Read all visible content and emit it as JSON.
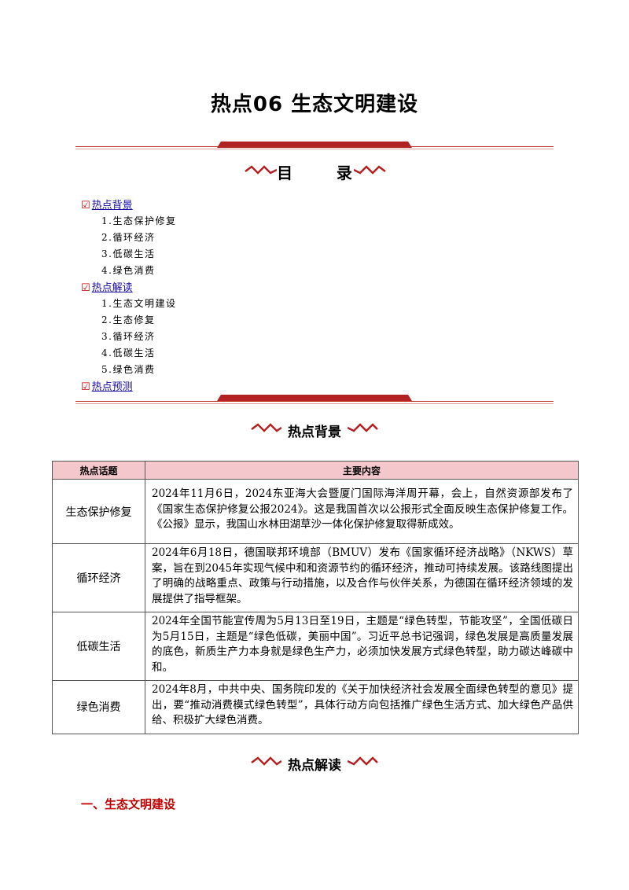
{
  "title": "热点06  生态文明建设",
  "toc": {
    "heading": "目        录",
    "groups": [
      {
        "label": "热点背景",
        "items": [
          "1.生态保护修复",
          "2.循环经济",
          "3.低碳生活",
          "4.绿色消费"
        ]
      },
      {
        "label": "热点解读",
        "items": [
          "1.生态文明建设",
          "2.生态修复",
          "3.循环经济",
          "4.低碳生活",
          "5.绿色消费"
        ]
      },
      {
        "label": "热点预测",
        "items": []
      }
    ],
    "checkbox_symbol": "☑"
  },
  "background_section": {
    "heading": "热点背景",
    "table": {
      "headers": [
        "热点话题",
        "主要内容"
      ],
      "rows": [
        {
          "topic": "生态保护修复",
          "content": "2024年11月6日，2024东亚海大会暨厦门国际海洋周开幕，会上，自然资源部发布了《国家生态保护修复公报2024》。这是我国首次以公报形式全面反映生态保护修复工作。《公报》显示，我国山水林田湖草沙一体化保护修复取得新成效。"
        },
        {
          "topic": "循环经济",
          "content": "2024年6月18日，德国联邦环境部（BMUV）发布《国家循环经济战略》（NKWS）草案，旨在到2045年实现气候中和和资源节约的循环经济，推动可持续发展。该路线图提出了明确的战略重点、政策与行动措施，以及合作与伙伴关系，为德国在循环经济领域的发展提供了指导框架。"
        },
        {
          "topic": "低碳生活",
          "content": "2024年全国节能宣传周为5月13日至19日，主题是“绿色转型，节能攻坚”，全国低碳日为5月15日，主题是“绿色低碳，美丽中国”。习近平总书记强调，绿色发展是高质量发展的底色，新质生产力本身就是绿色生产力，必须加快发展方式绿色转型，助力碳达峰碳中和。"
        },
        {
          "topic": "绿色消费",
          "content": "2024年8月，中共中央、国务院印发的《关于加快经济社会发展全面绿色转型的意见》提出，要“推动消费模式绿色转型”，具体行动方向包括推广绿色生活方式、加大绿色产品供给、积极扩大绿色消费。"
        }
      ]
    }
  },
  "interpretation_section": {
    "heading": "热点解读",
    "first_subheading": "一、生态文明建设"
  },
  "colors": {
    "accent": "#b22222",
    "table_header": "#f4c7cc",
    "link": "#1a0dab",
    "section": "#c00000"
  }
}
